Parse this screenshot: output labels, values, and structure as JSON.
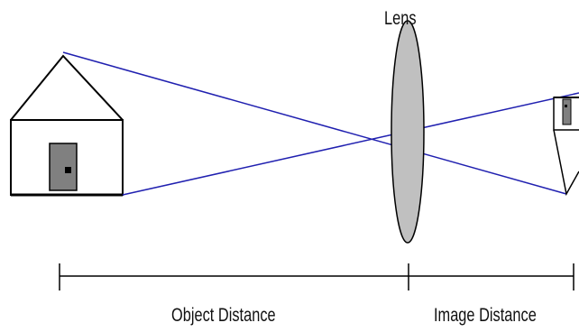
{
  "labels": {
    "lens": "Lens",
    "object_distance": "Object Distance",
    "image_distance": "Image Distance"
  },
  "colors": {
    "ray": "#2020b0",
    "lens_fill": "#c0c0c0",
    "door_fill": "#808080",
    "outline": "#000000",
    "background": "#ffffff"
  }
}
